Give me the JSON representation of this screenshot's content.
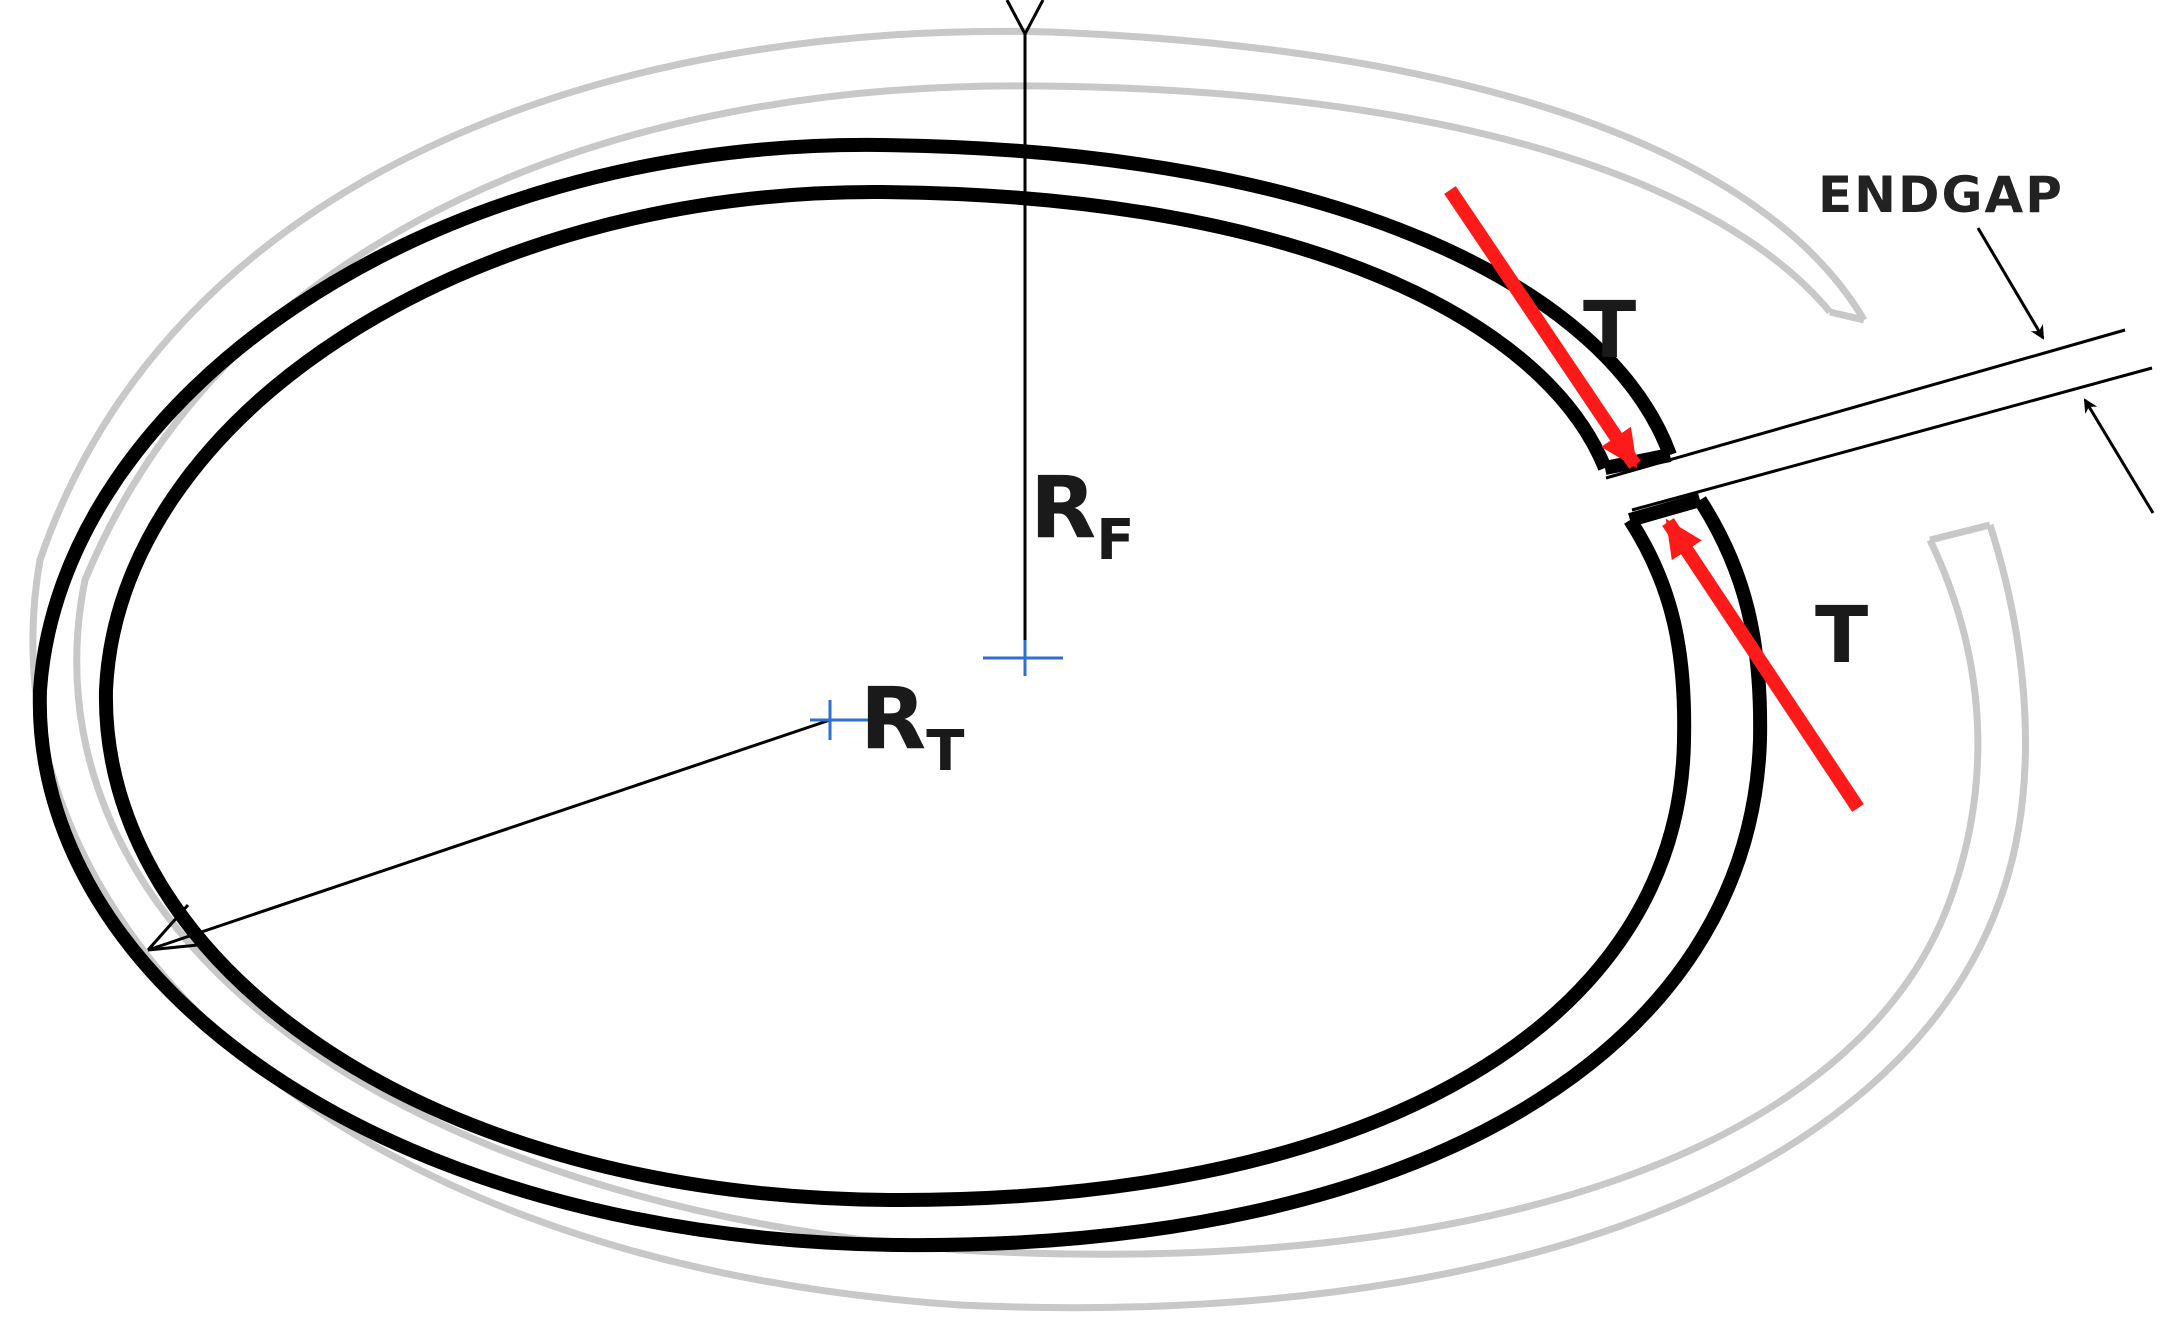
{
  "labels": {
    "endgap": "ENDGAP",
    "tension_top": "T",
    "tension_bottom": "T",
    "radius_free_main": "R",
    "radius_free_sub": "F",
    "radius_tangential_main": "R",
    "radius_tangential_sub": "T"
  },
  "colors": {
    "ring_outline": "#000000",
    "free_ring_outline": "#c8c8c8",
    "tension_arrow": "#ff1a1a",
    "center_mark": "#2f6fd0",
    "dimension_line": "#000000"
  },
  "icons": {
    "center_marker": "crosshair-icon",
    "arrow_head": "arrowhead-icon"
  }
}
